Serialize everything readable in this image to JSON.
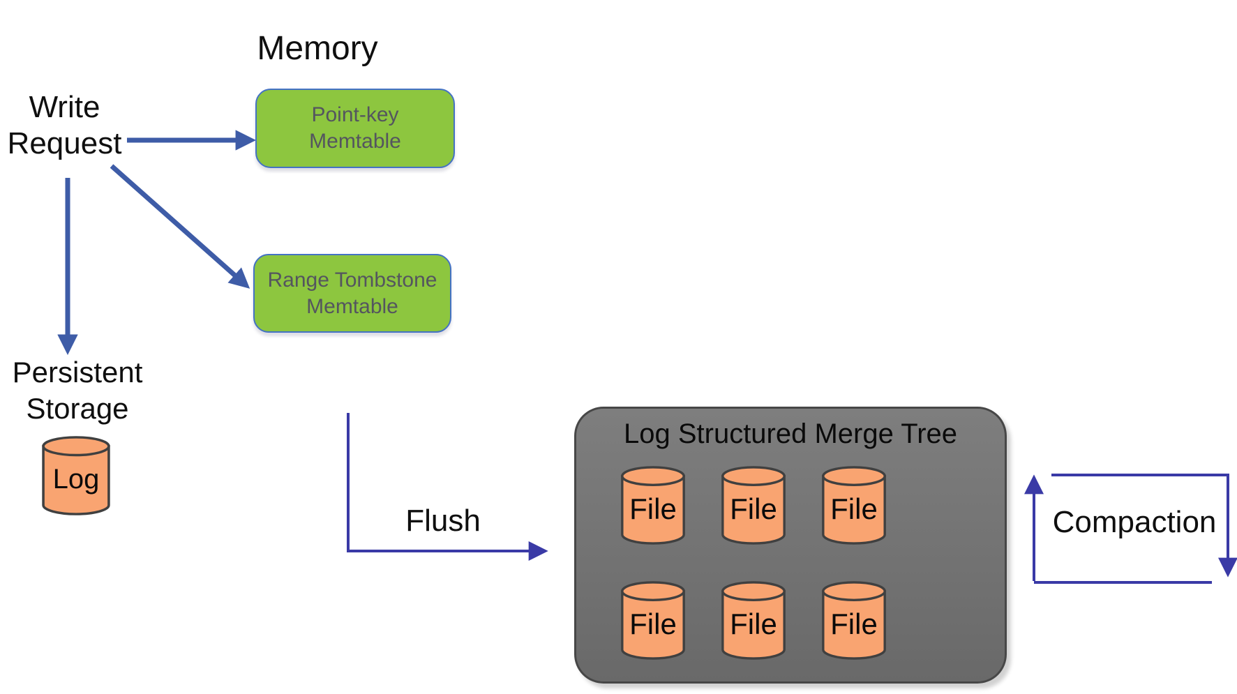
{
  "labels": {
    "memory": "Memory",
    "write_request_line1": "Write",
    "write_request_line2": "Request",
    "persistent_line1": "Persistent",
    "persistent_line2": "Storage",
    "log": "Log",
    "flush": "Flush",
    "compaction": "Compaction"
  },
  "memtables": [
    {
      "line1": "Point-key",
      "line2": "Memtable"
    },
    {
      "line1": "Range Tombstone",
      "line2": "Memtable"
    }
  ],
  "lsm": {
    "title": "Log Structured Merge Tree",
    "files": [
      "File",
      "File",
      "File",
      "File",
      "File",
      "File"
    ]
  },
  "colors": {
    "arrow_steel": "#3e5ca7",
    "arrow_indigo": "#3a3aa6",
    "green_fill": "#8dc63f",
    "green_border": "#4472c4",
    "green_text": "#54555f",
    "orange_fill": "#f9a471",
    "orange_stroke": "#404040",
    "gray_fill_top": "#7e7e7e",
    "gray_fill_bottom": "#696969",
    "gray_border": "#474747",
    "ink": "#0f0f0f"
  }
}
